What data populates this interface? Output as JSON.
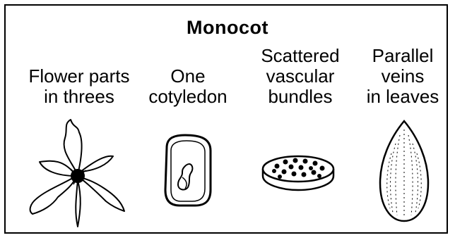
{
  "diagram": {
    "title": "Monocot",
    "features": [
      {
        "lines": [
          "Flower parts",
          "in threes"
        ],
        "icon": "trillium-flower-icon"
      },
      {
        "lines": [
          "One",
          "cotyledon"
        ],
        "icon": "monocot-seed-icon"
      },
      {
        "lines": [
          "Scattered",
          "vascular",
          "bundles"
        ],
        "icon": "stem-cross-section-icon"
      },
      {
        "lines": [
          "Parallel",
          "veins",
          "in leaves"
        ],
        "icon": "parallel-vein-leaf-icon"
      }
    ]
  },
  "colors": {
    "ink": "#000000",
    "background": "#ffffff"
  }
}
